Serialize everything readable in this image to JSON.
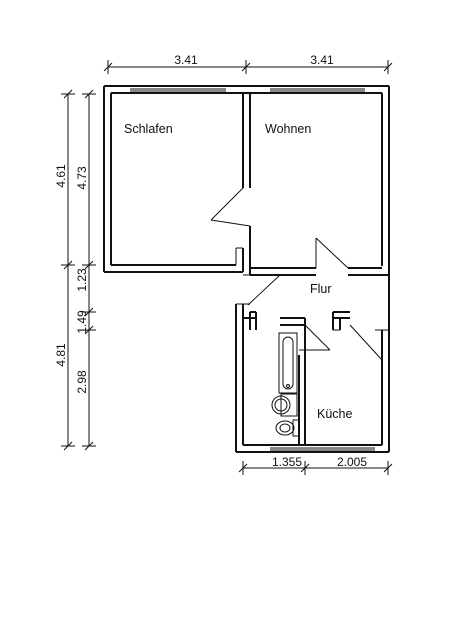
{
  "rooms": {
    "schlafen": "Schlafen",
    "wohnen": "Wohnen",
    "flur": "Flur",
    "kueche": "Küche"
  },
  "dimensions": {
    "top_left": "3.41",
    "top_right": "3.41",
    "left_outer_top": "4.61",
    "left_outer_bottom": "4.81",
    "left_inner_top": "4.73",
    "left_inner_mid": "1.23",
    "left_inner_small": "1.49",
    "left_inner_bottom": "2.98",
    "bottom_left": "1.355",
    "bottom_right": "2.005"
  }
}
